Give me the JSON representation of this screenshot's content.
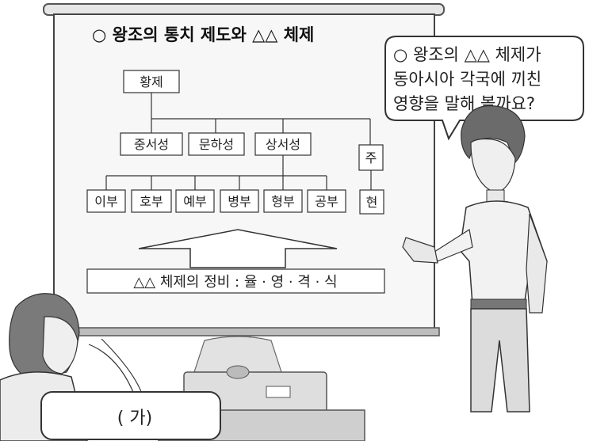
{
  "screen": {
    "title": "○ 왕조의 통치 제도와 △△ 체제"
  },
  "org_chart": {
    "emperor": "황제",
    "departments": [
      "중서성",
      "문하성",
      "상서성"
    ],
    "ministries": [
      "이부",
      "호부",
      "예부",
      "병부",
      "형부",
      "공부"
    ],
    "province": "주",
    "county": "현"
  },
  "reform_box": {
    "text": "△△ 체제의 정비 : 율 · 영 · 격 · 식"
  },
  "teacher_bubble": {
    "lines": [
      "○ 왕조의 △△ 체제가",
      "동아시아 각국에 끼친",
      "영향을 말해 볼까요?"
    ]
  },
  "student_bubble": {
    "text": "( 가)"
  }
}
